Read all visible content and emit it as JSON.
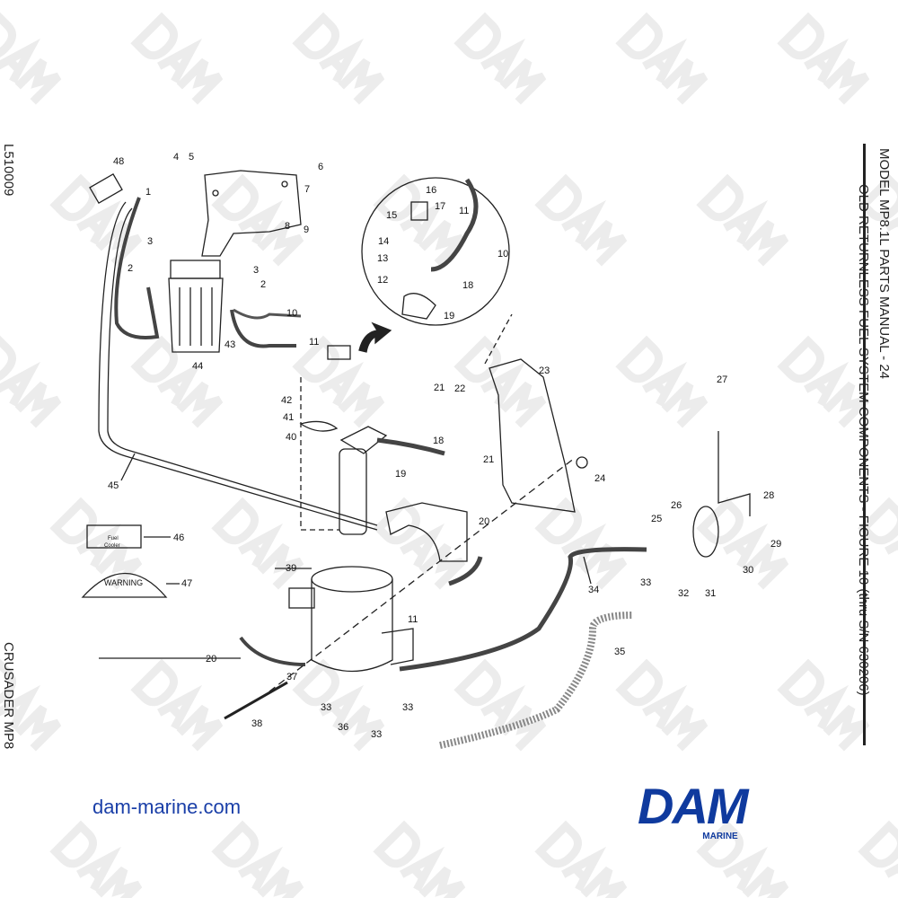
{
  "watermark": "DAM",
  "side_left_top": "L510009",
  "side_left_bottom": "CRUSADER MP8",
  "title_line1": "MODEL MP8.1L PARTS MANUAL - 24",
  "title_line2": "OLD RETURNLESS FUEL SYSTEM COMPONENTS - FIGURE 10 (thru S/N 630206)",
  "decal_46": {
    "line1": "Fuel",
    "line2": "Cooler"
  },
  "warning_label": "WARNING",
  "callouts": [
    "48",
    "1",
    "4",
    "5",
    "6",
    "7",
    "3",
    "2",
    "3",
    "2",
    "8",
    "9",
    "10",
    "43",
    "44",
    "11",
    "16",
    "15",
    "17",
    "11",
    "10",
    "14",
    "13",
    "12",
    "18",
    "19",
    "21",
    "23",
    "22",
    "21",
    "24",
    "42",
    "41",
    "40",
    "18",
    "19",
    "45",
    "27",
    "20",
    "26",
    "25",
    "28",
    "29",
    "30",
    "46",
    "47",
    "39",
    "34",
    "33",
    "32",
    "31",
    "11",
    "35",
    "20",
    "37",
    "38",
    "33",
    "33",
    "36",
    "33"
  ],
  "footer": {
    "website": "dam-marine.com",
    "logo_main": "DAM",
    "logo_sub": "MARINE"
  },
  "colors": {
    "brand_blue": "#0f3a9e",
    "link_blue": "#1a3fa8"
  }
}
